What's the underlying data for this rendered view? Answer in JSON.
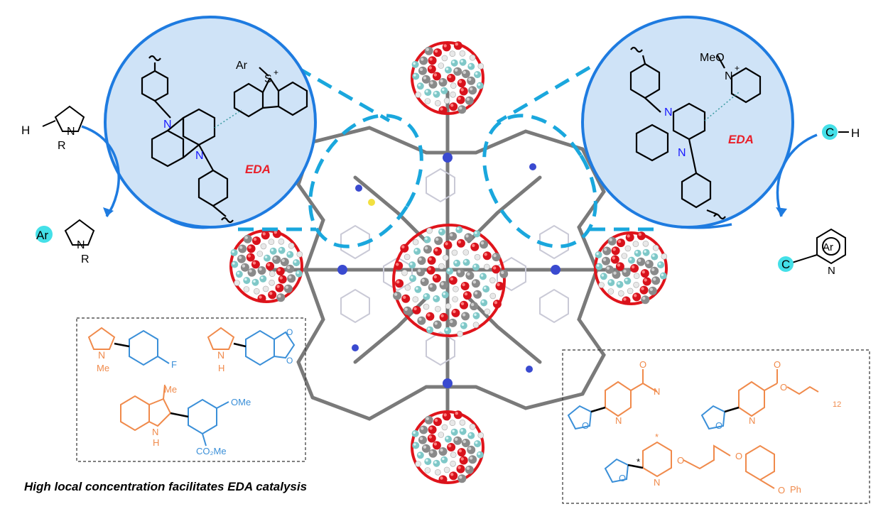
{
  "labels": {
    "eda_left": "EDA",
    "eda_right": "EDA",
    "ar": "Ar",
    "s_plus": "S",
    "plus": "+",
    "n": "N",
    "r": "R",
    "h": "H",
    "meo": "MeO",
    "c": "C",
    "me": "Me",
    "f": "F",
    "ome": "OMe",
    "co2me": "CO₂Me",
    "o": "O",
    "twelve": "12",
    "ph": "Ph",
    "star": "*"
  },
  "caption": "High local concentration facilitates EDA catalysis",
  "colors": {
    "circle_fill": "#cfe3f7",
    "circle_stroke": "#1e7be0",
    "dash_blue": "#1aa7dd",
    "eda_red": "#e8202a",
    "orange": "#f08a4b",
    "blue_struct": "#3a8fd8",
    "framework_gray": "#808080",
    "cluster_red": "#e0141b",
    "cluster_cyan": "#7fc8c8",
    "highlight_cyan": "#44e0e8"
  }
}
